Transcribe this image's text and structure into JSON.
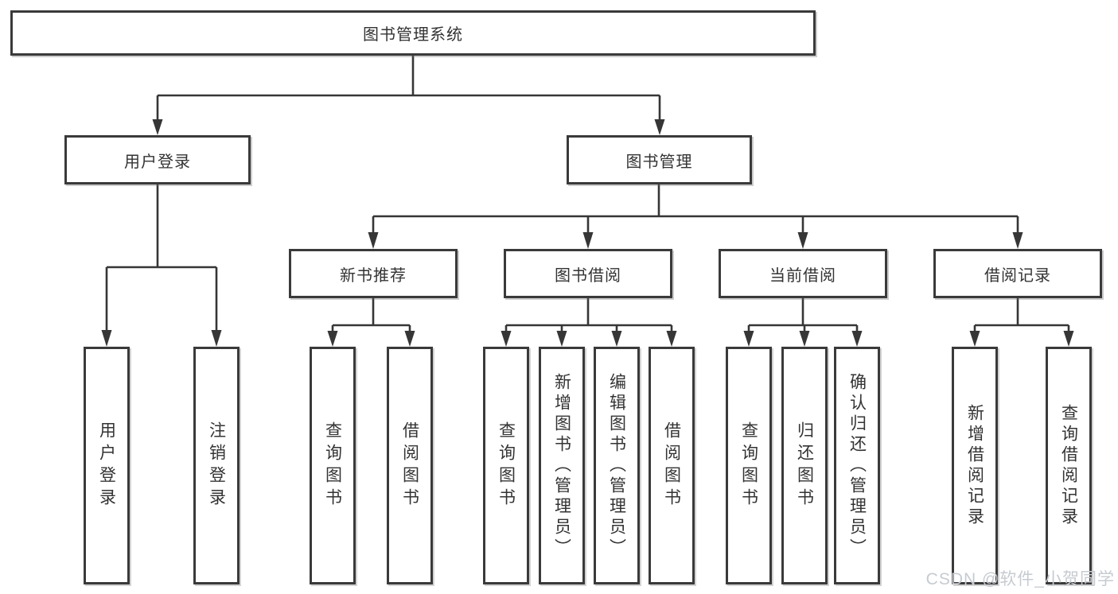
{
  "diagram": {
    "type": "tree",
    "root": "图书管理系统",
    "level2": [
      "用户登录",
      "图书管理"
    ],
    "level3": [
      "新书推荐",
      "图书借阅",
      "当前借阅",
      "借阅记录"
    ],
    "leaves": [
      "用户登录",
      "注销登录",
      "查询图书",
      "借阅图书",
      "查询图书",
      "新增图书（管理员）",
      "编辑图书（管理员）",
      "借阅图书",
      "查询图书",
      "归还图书",
      "确认归还（管理员）",
      "新增借阅记录",
      "查询借阅记录"
    ],
    "hierarchy": {
      "图书管理系统": [
        "用户登录",
        "图书管理"
      ],
      "用户登录": [
        "用户登录",
        "注销登录"
      ],
      "图书管理": [
        "新书推荐",
        "图书借阅",
        "当前借阅",
        "借阅记录"
      ],
      "新书推荐": [
        "查询图书",
        "借阅图书"
      ],
      "图书借阅": [
        "查询图书",
        "新增图书（管理员）",
        "编辑图书（管理员）",
        "借阅图书"
      ],
      "当前借阅": [
        "查询图书",
        "归还图书",
        "确认归还（管理员）"
      ],
      "借阅记录": [
        "新增借阅记录",
        "查询借阅记录"
      ]
    }
  },
  "watermark": "CSDN @软件_小贺同学",
  "colors": {
    "line": "#363636",
    "box_border": "#3a3a3a",
    "text": "#333333",
    "watermark": "#c6cbd1",
    "background": "#ffffff"
  }
}
